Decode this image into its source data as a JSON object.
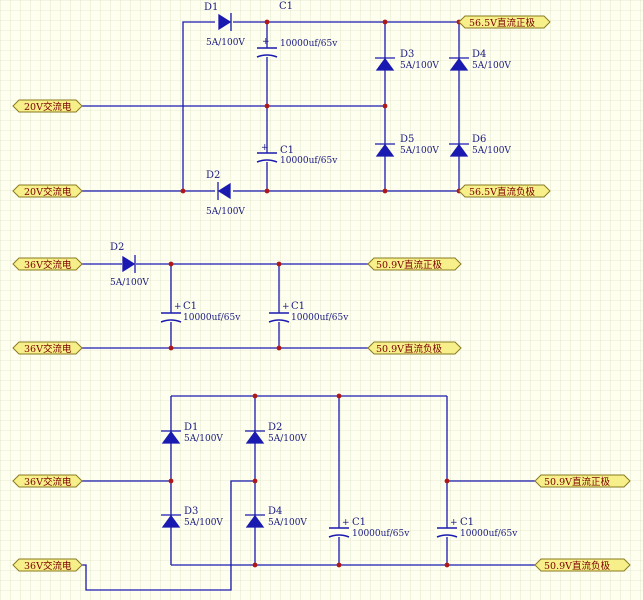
{
  "section1": {
    "ports": {
      "ac_in_1": "20V交流电",
      "ac_in_2": "20V交流电",
      "dc_pos": "56.5V直流正极",
      "dc_neg": "56.5V直流负极"
    },
    "parts": {
      "d1_ref": "D1",
      "d1_val": "5A/100V",
      "d2_ref": "D2",
      "d2_val": "5A/100V",
      "c1a_ref": "C1",
      "c1a_val": "10000uf/65v",
      "c1b_ref": "C1",
      "c1b_val": "10000uf/65v",
      "d3_ref": "D3",
      "d3_val": "5A/100V",
      "d4_ref": "D4",
      "d4_val": "5A/100V",
      "d5_ref": "D5",
      "d5_val": "5A/100V",
      "d6_ref": "D6",
      "d6_val": "5A/100V"
    }
  },
  "section2": {
    "ports": {
      "ac_in_1": "36V交流电",
      "ac_in_2": "36V交流电",
      "dc_pos": "50.9V直流正极",
      "dc_neg": "50.9V直流负极"
    },
    "parts": {
      "d2_ref": "D2",
      "d2_val": "5A/100V",
      "c1a_ref": "C1",
      "c1a_val": "10000uf/65v",
      "c1b_ref": "C1",
      "c1b_val": "10000uf/65v"
    }
  },
  "section3": {
    "ports": {
      "ac_in_1": "36V交流电",
      "ac_in_2": "36V交流电",
      "dc_pos": "50.9V直流正极",
      "dc_neg": "50.9V直流负极"
    },
    "parts": {
      "d1_ref": "D1",
      "d1_val": "5A/100V",
      "d2_ref": "D2",
      "d2_val": "5A/100V",
      "d3_ref": "D3",
      "d3_val": "5A/100V",
      "d4_ref": "D4",
      "d4_val": "5A/100V",
      "c1a_ref": "C1",
      "c1a_val": "10000uf/65v",
      "c1b_ref": "C1",
      "c1b_val": "10000uf/65v"
    }
  },
  "colors": {
    "wire": "#1a1ab0",
    "junction": "#b01818",
    "port_fill": "#f7f08a",
    "grid": "#cfd8b8",
    "background": "#fffff0"
  }
}
